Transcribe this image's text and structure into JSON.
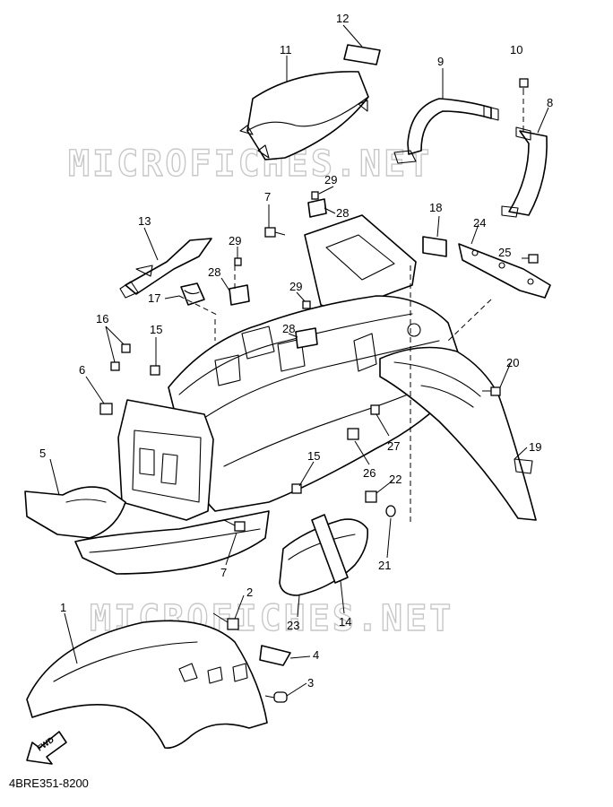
{
  "watermark": {
    "text": "MICROFICHES.NET"
  },
  "diagram_code": "4BRE351-8200",
  "fwd_label": "FWD",
  "callouts": [
    "1",
    "2",
    "3",
    "4",
    "5",
    "6",
    "7",
    "8",
    "9",
    "10",
    "11",
    "12",
    "13",
    "14",
    "15",
    "16",
    "17",
    "18",
    "19",
    "20",
    "21",
    "22",
    "23",
    "24",
    "25",
    "26",
    "27",
    "28",
    "29"
  ],
  "callouts_repeat": {
    "seven_b": "7",
    "fifteen_b": "15",
    "twentyeight_b": "28",
    "twentyeight_c": "28",
    "twentynine_b": "29",
    "twentynine_c": "29"
  }
}
